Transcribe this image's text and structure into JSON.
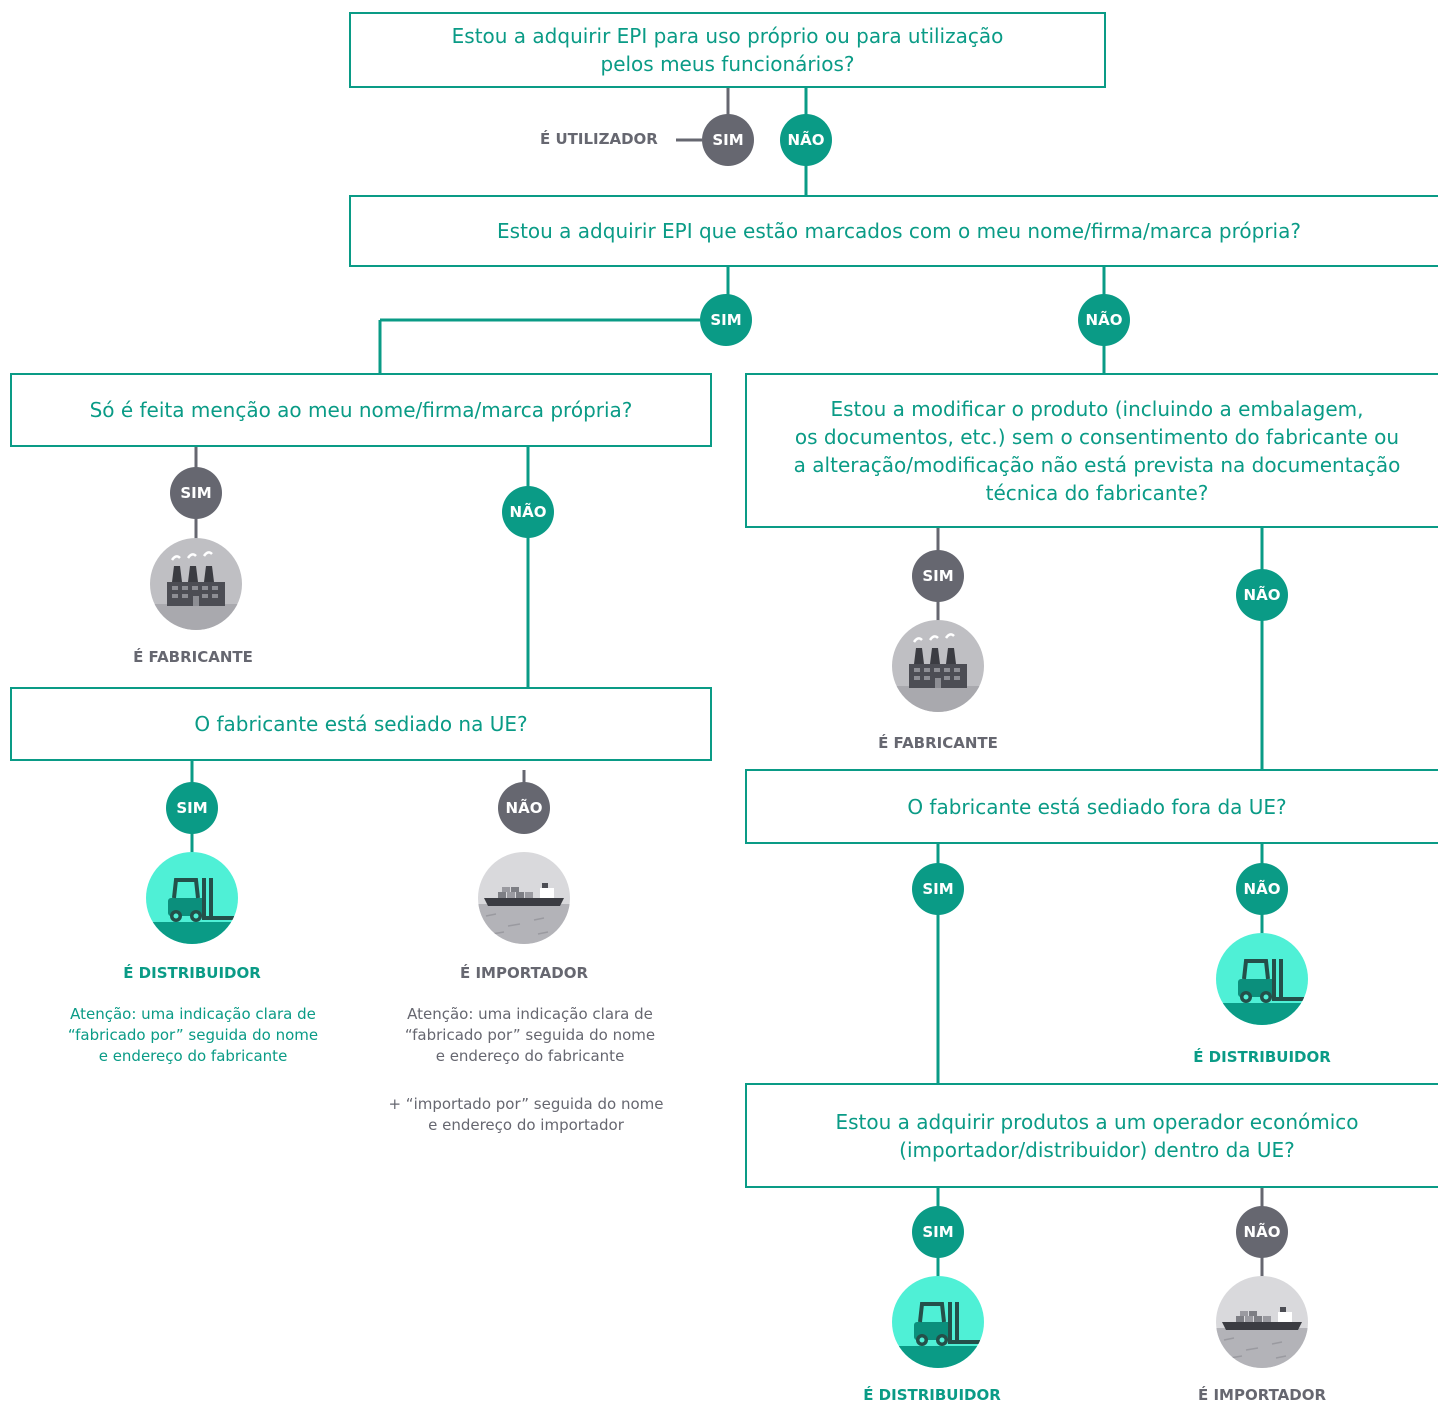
{
  "colors": {
    "teal": "#0a9b86",
    "gray": "#666770",
    "distributor_icon_bg": "#4ff0d6",
    "icon_gray_bg": "#bfbfc3"
  },
  "questions": {
    "q1": "Estou a adquirir EPI para uso próprio ou para utilização\npelos meus funcionários?",
    "q2": "Estou a adquirir EPI que estão marcados com o meu nome/firma/marca própria?",
    "q3": "Só é feita menção ao meu nome/firma/marca própria?",
    "q4": "Estou a modificar o produto (incluindo a embalagem,\nos documentos, etc.) sem o consentimento do fabricante ou\na alteração/modificação não está prevista na documentação\ntécnica do fabricante?",
    "q5": "O fabricante está sediado na UE?",
    "q6": "O fabricante está sediado fora da UE?",
    "q7": "Estou a adquirir produtos a um operador económico\n(importador/distribuidor) dentro da UE?"
  },
  "answers": {
    "yes": "SIM",
    "no": "NÃO"
  },
  "roles": {
    "user": "É UTILIZADOR",
    "manufacturer": "É FABRICANTE",
    "distributor": "É DISTRIBUIDOR",
    "importer": "É IMPORTADOR"
  },
  "notes": {
    "distributor": "Atenção: uma indicação clara de\n“fabricado por” seguida do nome\ne endereço do fabricante",
    "importer": "Atenção: uma indicação clara de\n“fabricado por” seguida do nome\ne endereço do fabricante",
    "importer_extra": "+ “importado por” seguida do nome\ne endereço do importador"
  },
  "icons": {
    "manufacturer": "factory-icon",
    "distributor": "forklift-icon",
    "importer": "cargo-ship-icon"
  }
}
